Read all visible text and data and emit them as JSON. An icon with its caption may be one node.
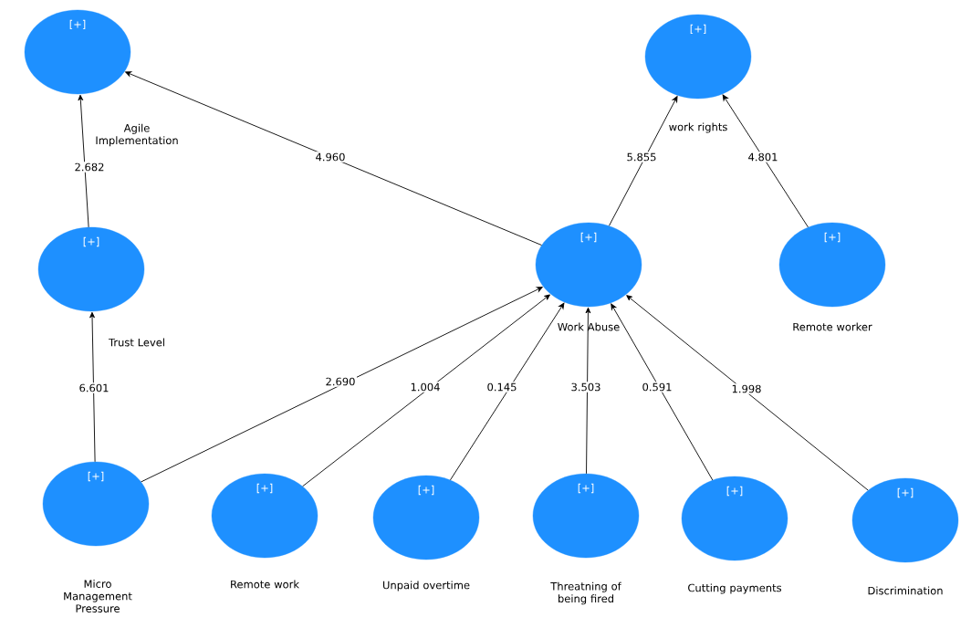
{
  "diagram": {
    "nodes": [
      {
        "text": [
          "[+]",
          "Agile Implementation"
        ]
      },
      {
        "text": [
          "[+]",
          "work rights"
        ]
      },
      {
        "text": [
          "[+]",
          "Trust Level"
        ]
      },
      {
        "text": [
          "[+]",
          "Work Abuse"
        ]
      },
      {
        "text": [
          "[+]",
          "Remote worker"
        ]
      },
      {
        "text": [
          "[+]",
          "Micro Management Pressure"
        ]
      },
      {
        "text": [
          "[+]",
          "Remote work"
        ]
      },
      {
        "text": [
          "[+]",
          "Unpaid overtime"
        ]
      },
      {
        "text": [
          "[+]",
          "Threatning of being fired"
        ]
      },
      {
        "text": [
          "[+]",
          "Cutting payments"
        ]
      },
      {
        "text": [
          "[+]",
          "Discrimination"
        ]
      }
    ],
    "edges": [
      {
        "from": 2,
        "to": 0,
        "arrow": "to",
        "label": "2.682"
      },
      {
        "from": 3,
        "to": 0,
        "arrow": "to",
        "label": "4.960"
      },
      {
        "from": 3,
        "to": 1,
        "arrow": "to",
        "label": "5.855"
      },
      {
        "from": 4,
        "to": 1,
        "arrow": "to",
        "label": "4.801"
      },
      {
        "from": 5,
        "to": 2,
        "arrow": "to",
        "label": "6.601"
      },
      {
        "from": 5,
        "to": 3,
        "arrow": "to",
        "label": "2.690"
      },
      {
        "from": 6,
        "to": 3,
        "arrow": "to",
        "label": "1.004"
      },
      {
        "from": 7,
        "to": 3,
        "arrow": "to",
        "label": "0.145"
      },
      {
        "from": 8,
        "to": 3,
        "arrow": "to",
        "label": "3.503"
      },
      {
        "from": 9,
        "to": 3,
        "arrow": "to",
        "label": "0.591"
      },
      {
        "from": 10,
        "to": 3,
        "arrow": "to",
        "label": "1.998"
      }
    ]
  }
}
